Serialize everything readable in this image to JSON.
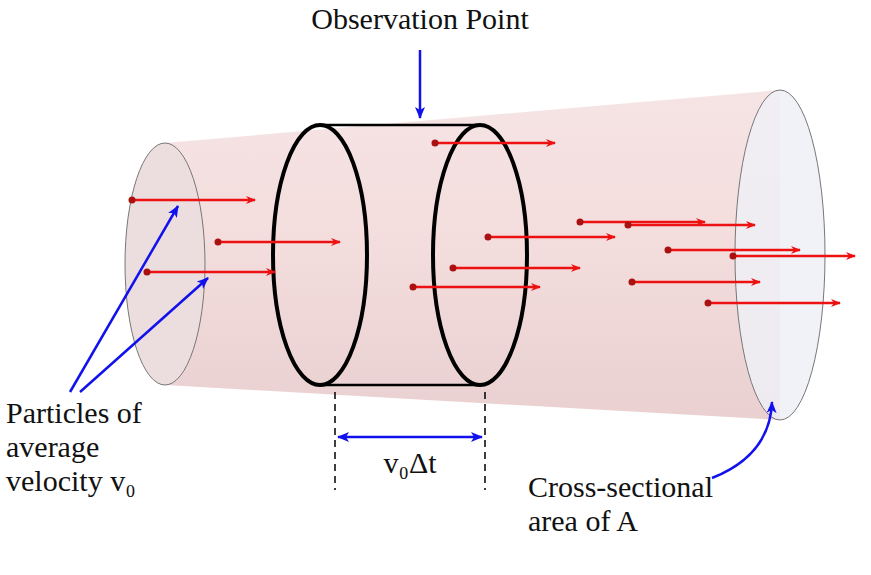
{
  "diagram": {
    "labels": [
      "Observation Point",
      "Particles of average velocity v₀",
      "v₀Δt",
      "Cross-sectional area of A"
    ]
  }
}
